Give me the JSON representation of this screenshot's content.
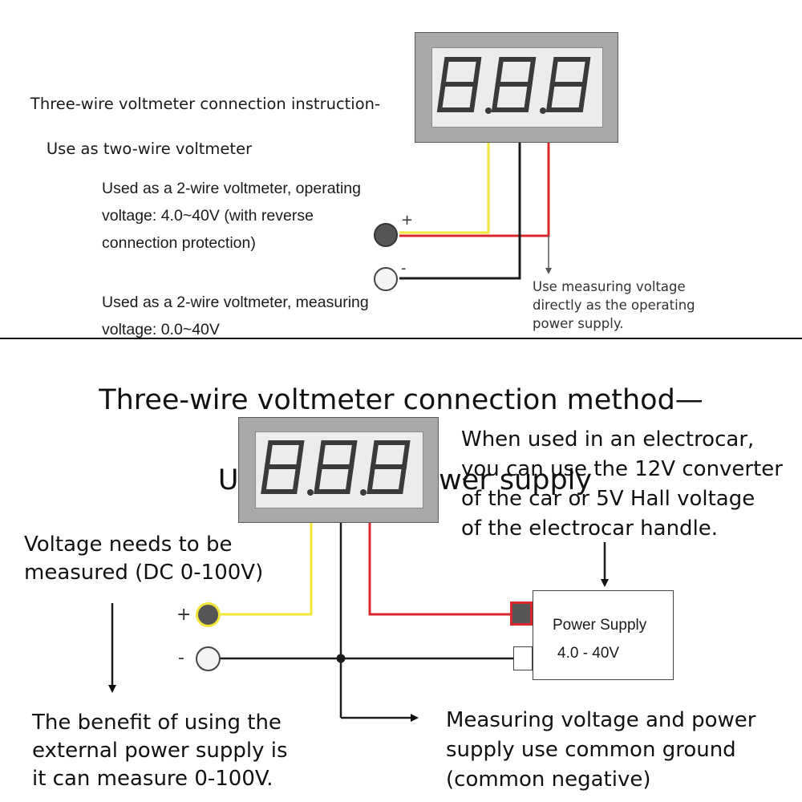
{
  "top": {
    "title_line1": "Three-wire voltmeter connection instruction-",
    "title_line2": "Use  as two-wire voltmeter",
    "operating_text": "Used as a 2-wire voltmeter, operating\nvoltage: 4.0~40V (with reverse\nconnection protection)",
    "measuring_text": "Used as a 2-wire voltmeter, measuring\nvoltage: 0.0~40V",
    "note_text": "Use measuring voltage\ndirectly as the operating\npower supply.",
    "plus_sign": "+",
    "minus_sign": "-",
    "display_digits": "888"
  },
  "bottom": {
    "heading_line1": "Three-wire voltmeter connection method—",
    "heading_line2": "Use external power supply",
    "electrocar_text": "When used in an electrocar,\nyou can use the 12V converter\nof the car or 5V Hall voltage\nof the electrocar handle.",
    "measure_text": "Voltage needs to be\nmeasured (DC 0-100V)",
    "benefit_text": "The benefit of using the\nexternal power supply is\nit can measure 0-100V.",
    "ground_text": "Measuring voltage and power\nsupply use common ground\n(common negative)",
    "power_supply_label": "Power Supply",
    "power_supply_range": "4.0 - 40V",
    "plus_sign": "+",
    "minus_sign": "-",
    "display_digits": "888"
  },
  "colors": {
    "wire_yellow": "#f2e63a",
    "wire_red": "#d8282c",
    "wire_black": "#1c1c1c",
    "meter_body": "#a9a9a9",
    "display_glass": "#ececec",
    "digit": "#3a3a3a",
    "terminal_dark": "#555555"
  }
}
